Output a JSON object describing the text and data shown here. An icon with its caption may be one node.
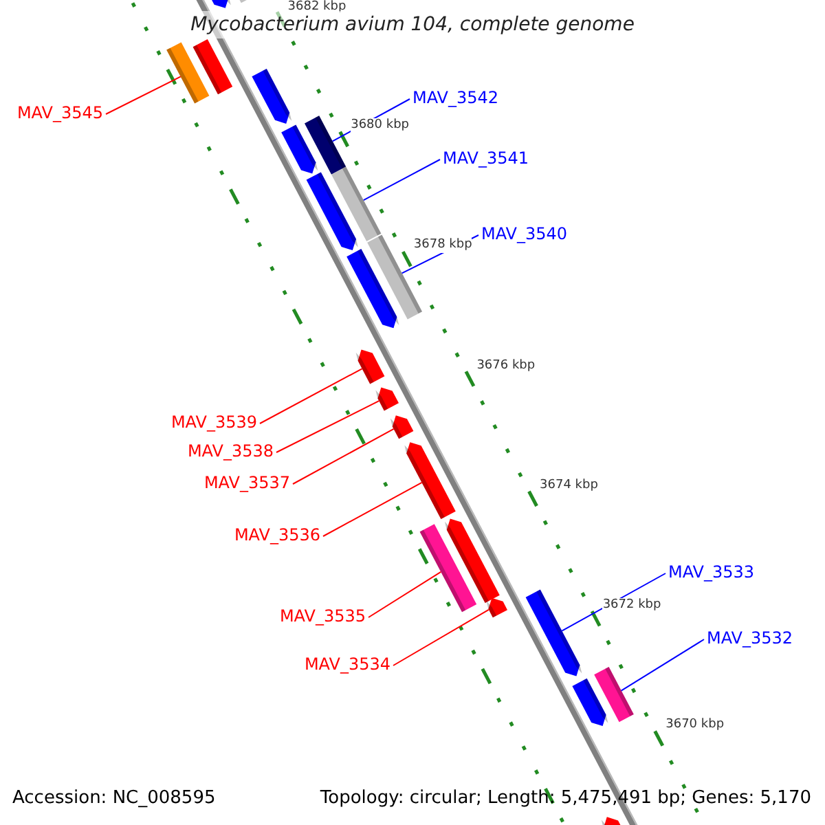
{
  "diagram": {
    "title": "Mycobacterium avium 104, complete genome",
    "nodes": [
      {
        "text": [
          "MAV_3545"
        ]
      },
      {
        "text": [
          "MAV_3542"
        ]
      },
      {
        "text": [
          "MAV_3541"
        ]
      },
      {
        "text": [
          "MAV_3540"
        ]
      },
      {
        "text": [
          "MAV_3539"
        ]
      },
      {
        "text": [
          "MAV_3538"
        ]
      },
      {
        "text": [
          "MAV_3537"
        ]
      },
      {
        "text": [
          "MAV_3536"
        ]
      },
      {
        "text": [
          "MAV_3535"
        ]
      },
      {
        "text": [
          "MAV_3534"
        ]
      },
      {
        "text": [
          "MAV_3533"
        ]
      },
      {
        "text": [
          "MAV_3532"
        ]
      },
      {
        "text": [],
        "shape": "bar"
      },
      {
        "text": [],
        "shape": "bar"
      },
      {
        "text": [],
        "shape": "bar"
      },
      {
        "text": [],
        "shape": "bar"
      },
      {
        "text": [],
        "shape": "bar"
      },
      {
        "text": [],
        "shape": "bar"
      },
      {
        "text": [],
        "shape": "bar"
      },
      {
        "text": [],
        "shape": "bar"
      },
      {
        "text": [],
        "shape": "bar"
      },
      {
        "text": [],
        "shape": "bar"
      },
      {
        "text": [],
        "shape": "bar"
      },
      {
        "text": [],
        "shape": "bar"
      },
      {
        "text": [],
        "shape": "bar"
      },
      {
        "text": [],
        "shape": "bar"
      },
      {
        "text": [],
        "shape": "bar"
      },
      {
        "text": [],
        "shape": "bar"
      },
      {
        "text": [],
        "shape": "bar"
      },
      {
        "text": [],
        "shape": "bar"
      },
      {
        "text": [],
        "shape": "bar"
      },
      {
        "text": [],
        "shape": "bar"
      },
      {
        "text": [],
        "shape": "bar"
      },
      {
        "text": [],
        "shape": "bar"
      }
    ],
    "edges": [
      {
        "from": 0,
        "to": 14,
        "arrow": "none"
      },
      {
        "from": 1,
        "to": 17,
        "arrow": "none",
        "color": "#0000ff"
      },
      {
        "from": 2,
        "to": 19,
        "arrow": "none",
        "color": "#0000ff"
      },
      {
        "from": 3,
        "to": 21,
        "arrow": "none",
        "color": "#0000ff"
      },
      {
        "from": 4,
        "to": 23,
        "arrow": "none"
      },
      {
        "from": 5,
        "to": 24,
        "arrow": "none"
      },
      {
        "from": 6,
        "to": 25,
        "arrow": "none"
      },
      {
        "from": 7,
        "to": 26,
        "arrow": "none"
      },
      {
        "from": 8,
        "to": 28,
        "arrow": "none"
      },
      {
        "from": 9,
        "to": 29,
        "arrow": "none"
      },
      {
        "from": 10,
        "to": 30,
        "arrow": "none",
        "color": "#0000ff"
      },
      {
        "from": 11,
        "to": 32,
        "arrow": "none",
        "color": "#0000ff"
      }
    ],
    "labels": [
      "3682 kbp",
      "3680 kbp",
      "3678 kbp",
      "3676 kbp",
      "3674 kbp",
      "3672 kbp",
      "3670 kbp",
      "Accession: NC_008595",
      "Topology: circular; Length: 5,475,491 bp; Genes: 5,170"
    ]
  }
}
